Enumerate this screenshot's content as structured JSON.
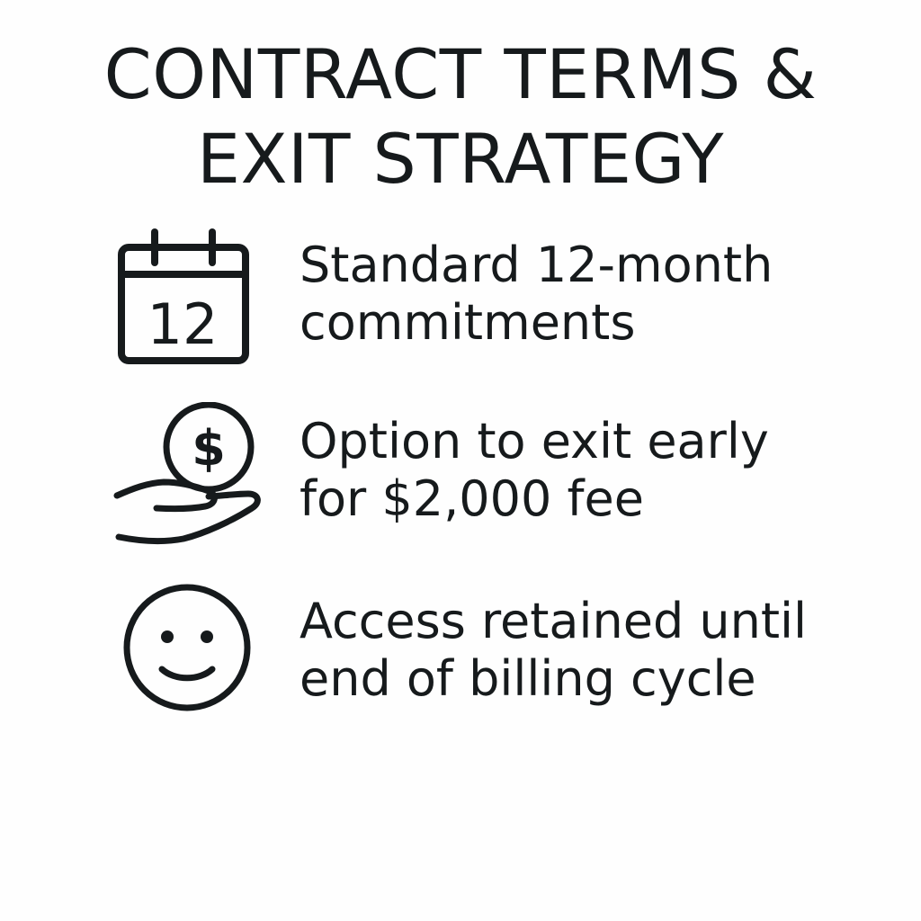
{
  "title": {
    "line1": "CONTRACT TERMS &",
    "line2": "EXIT STRATEGY"
  },
  "items": [
    {
      "icon": "calendar-icon",
      "icon_text": "12",
      "line1": "Standard 12-month",
      "line2": "commitments"
    },
    {
      "icon": "hand-with-dollar-coin-icon",
      "icon_text": "$",
      "line1": "Option to exit early",
      "line2": "for $2,000 fee"
    },
    {
      "icon": "smiley-face-icon",
      "line1": "Access retained until",
      "line2": "end of billing cycle"
    }
  ],
  "colors": {
    "ink": "#161a1c",
    "background": "#fefefe"
  }
}
